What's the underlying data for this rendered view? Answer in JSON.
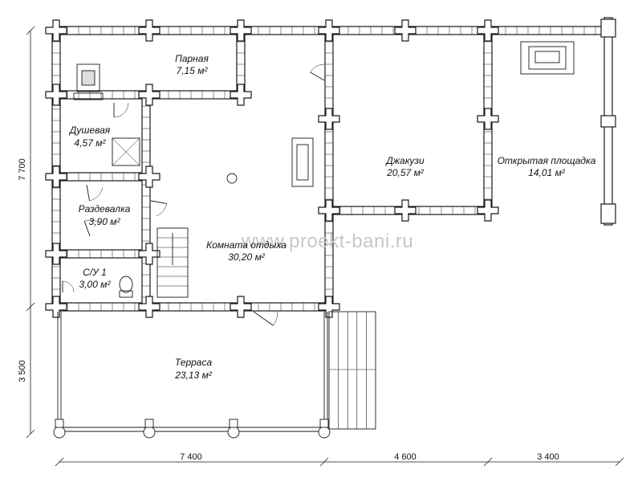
{
  "rooms": {
    "parnaya": {
      "name": "Парная",
      "area": "7,15 м²"
    },
    "dushevaya": {
      "name": "Душевая",
      "area": "4,57 м²"
    },
    "razdevalka": {
      "name": "Раздевалка",
      "area": "3,90 м²"
    },
    "su": {
      "name": "С/У 1",
      "area": "3,00 м²"
    },
    "komnata": {
      "name": "Комната отдыха",
      "area": "30,20 м²"
    },
    "dzhakuzi": {
      "name": "Джакузи",
      "area": "20,57 м²"
    },
    "ploshchadka": {
      "name": "Открытая площадка",
      "area": "14,01 м²"
    },
    "terrasa": {
      "name": "Терраса",
      "area": "23,13 м²"
    }
  },
  "dimensions": {
    "bottom_1": "7 400",
    "bottom_2": "4 600",
    "bottom_3": "3 400",
    "left_1": "7 700",
    "left_2": "3 500"
  },
  "watermark": "www.proekt-bani.ru",
  "colors": {
    "wall": "#ffffff",
    "stroke": "#1a1a1a",
    "text": "#111111",
    "watermark": "#c8c8c8"
  }
}
